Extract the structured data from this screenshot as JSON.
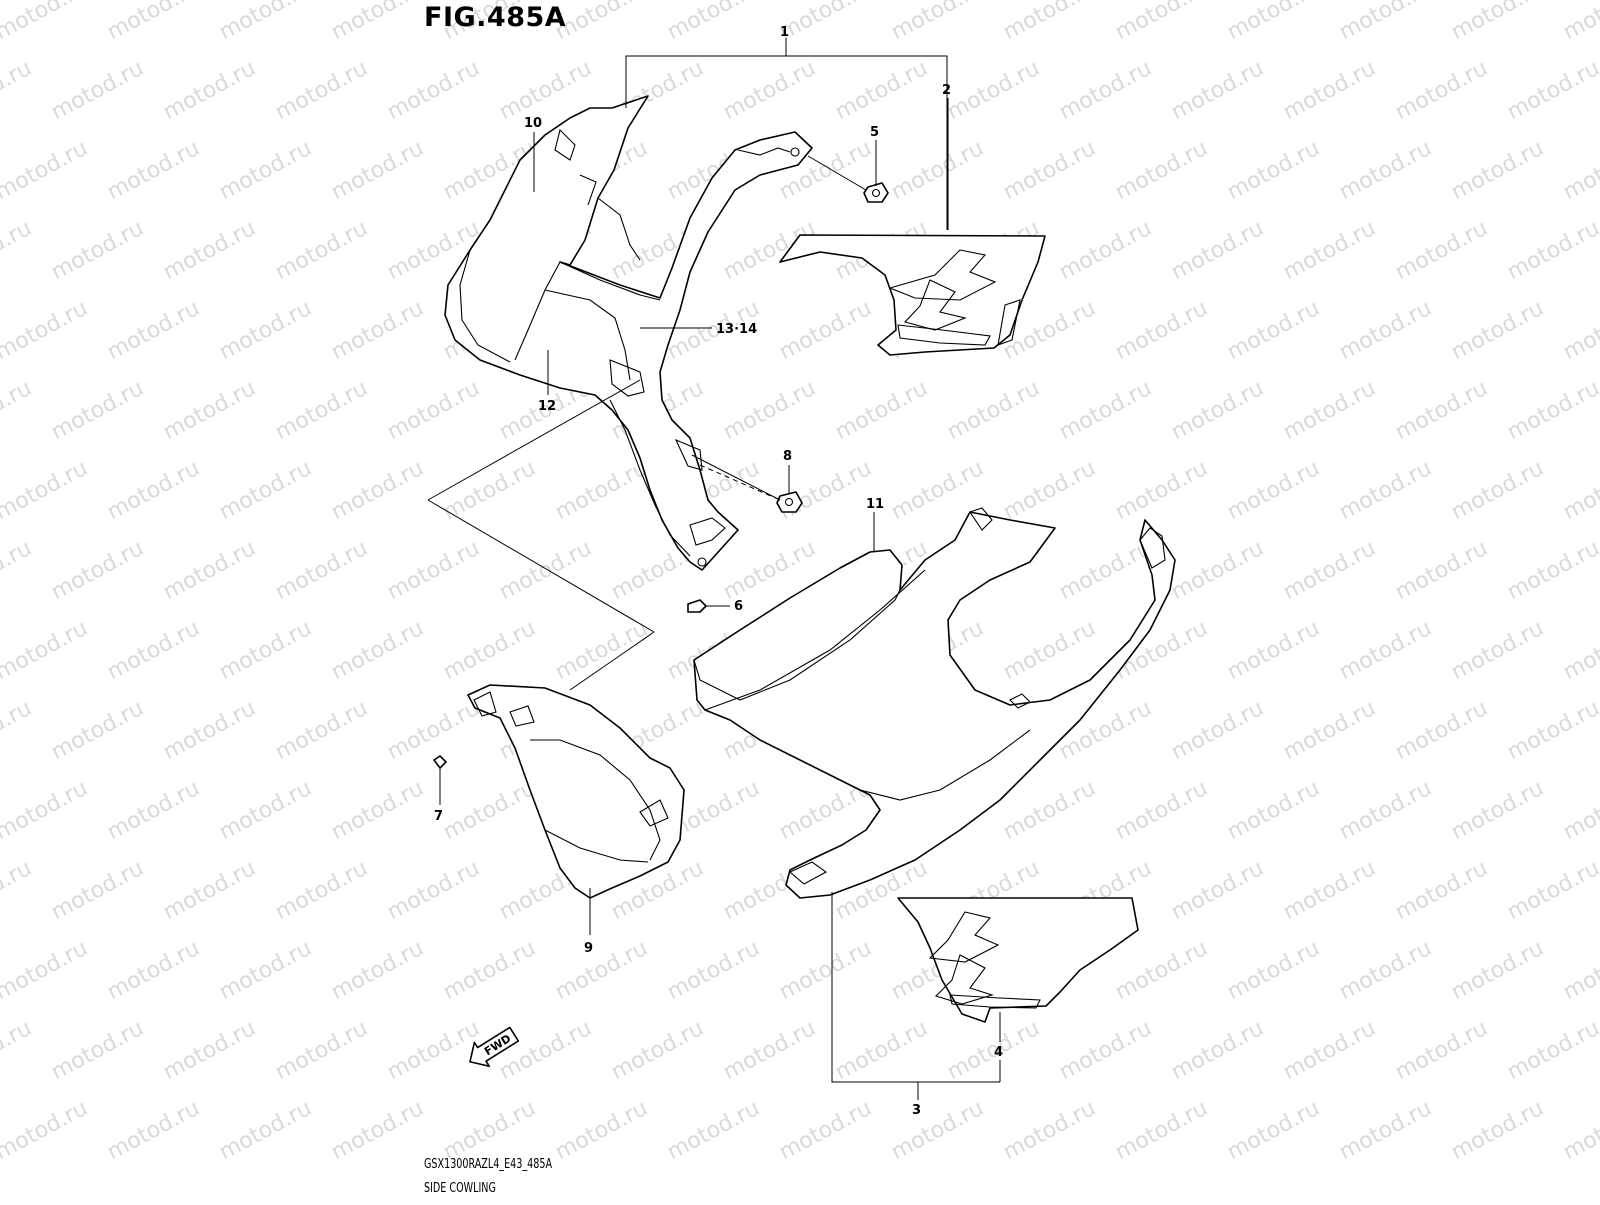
{
  "figure": {
    "title": "FIG.485A",
    "model_code": "GSX1300RAZL4_E43_485A",
    "section_name": "SIDE COWLING"
  },
  "watermark": {
    "text": "motod.ru",
    "color": "#d9d9d9"
  },
  "callouts": [
    "1",
    "2",
    "3",
    "4",
    "5",
    "6",
    "7",
    "8",
    "9",
    "10",
    "11",
    "12",
    "13·14"
  ],
  "direction_badge": {
    "label": "FWD",
    "icon": "forward-arrow-icon"
  }
}
